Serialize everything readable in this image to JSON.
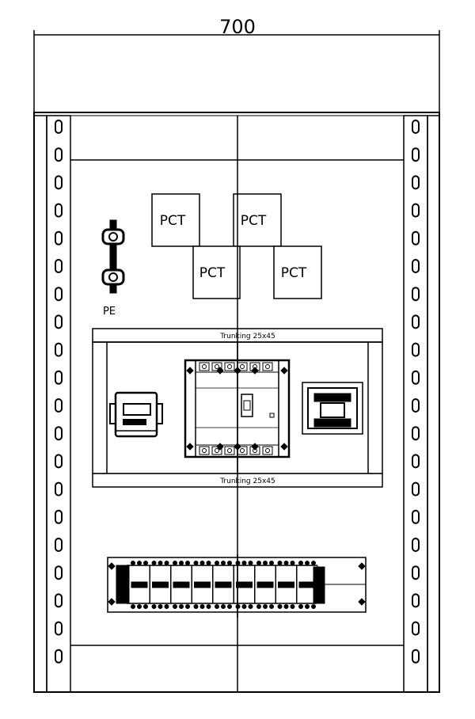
{
  "dimension": {
    "width_label": "700"
  },
  "pct_labels": [
    "PCT",
    "PCT",
    "PCT",
    "PCT"
  ],
  "pe_label": "PE",
  "trunking": {
    "top_label": "Trunking 25x45",
    "bottom_label": "Trunking 25x45"
  },
  "colors": {
    "line": "#000000",
    "background": "#ffffff",
    "fill_gray": "#d9d9d9"
  }
}
